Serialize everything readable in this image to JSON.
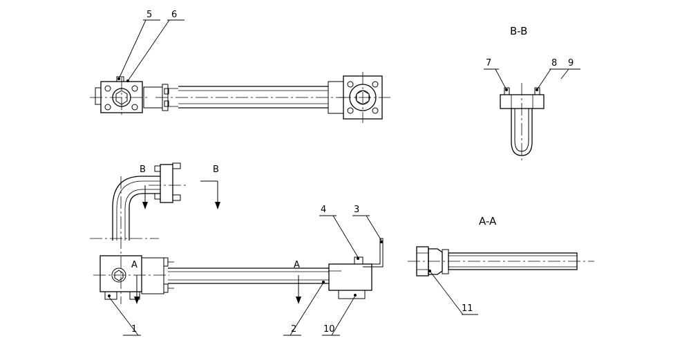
{
  "sections": {
    "bb_title": "B-B",
    "aa_title": "A-A",
    "cut_b_left": "B",
    "cut_b_right": "B",
    "cut_a_left": "A",
    "cut_a_right": "A"
  },
  "callouts": [
    "1",
    "2",
    "3",
    "4",
    "5",
    "6",
    "7",
    "8",
    "9",
    "10",
    "11"
  ]
}
